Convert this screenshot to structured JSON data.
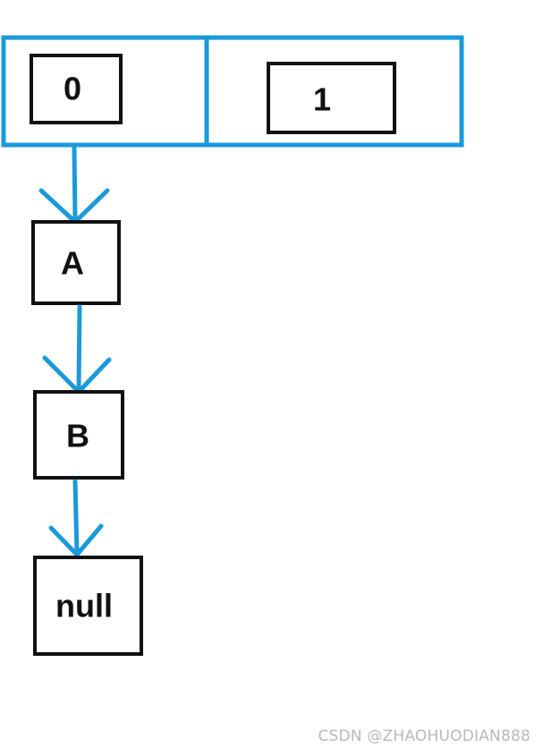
{
  "diagram": {
    "bucket_indices": [
      "0",
      "1"
    ],
    "nodes": [
      "A",
      "B",
      "null"
    ],
    "colors": {
      "connector": "#1a9ad9",
      "box_border": "#111111",
      "background": "#ffffff"
    }
  },
  "watermark": "CSDN @ZHAOHUODIAN888"
}
